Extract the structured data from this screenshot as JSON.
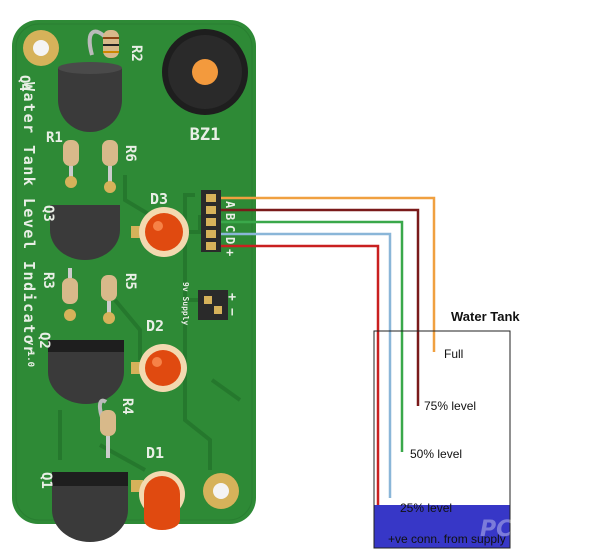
{
  "colors": {
    "pcb": "#2e8a36",
    "pcb_dark": "#1f6a27",
    "silk": "#e9efe6",
    "transistor": "#3a3a3a",
    "led_red": "#e04a10",
    "led_ring": "#f3d9b0",
    "pad_gold": "#d6b25a",
    "buzzer": "#1e1e1e",
    "buzzer_center": "#f39a3d",
    "wire_orange": "#f0a040",
    "wire_maroon": "#7a1a1a",
    "wire_green": "#3aa84a",
    "wire_lightblue": "#8ab6d8",
    "wire_red": "#c92020",
    "water": "#3737c7"
  },
  "pcb": {
    "title_vertical": "Water Tank Level Indicator",
    "version": "v 1.0",
    "components": {
      "q4": "Q4",
      "q3": "Q3",
      "q2": "Q2",
      "q1": "Q1",
      "r1": "R1",
      "r2": "R2",
      "r3": "R3",
      "r4": "R4",
      "r5": "R5",
      "r6": "R6",
      "d1": "D1",
      "d2": "D2",
      "d3": "D3",
      "bz1": "BZ1"
    },
    "connector_pins": [
      "A",
      "B",
      "C",
      "D",
      "+"
    ],
    "supply_label": "9v Supply",
    "supply_plus": "+",
    "supply_minus": "−"
  },
  "tank": {
    "title": "Water Tank",
    "levels": {
      "full": "Full",
      "l75": "75% level",
      "l50": "50% level",
      "l25": "25% level"
    },
    "supply_connection": "+ve conn. from supply"
  },
  "watermark": "PCBWay"
}
